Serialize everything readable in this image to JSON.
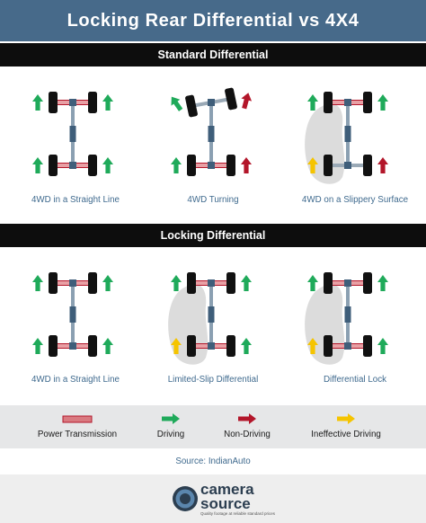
{
  "title": "Locking Rear Differential vs 4X4",
  "sections": [
    {
      "heading": "Standard Differential",
      "captions": [
        "4WD in a Straight Line",
        "4WD Turning",
        "4WD on a Slippery Surface"
      ]
    },
    {
      "heading": "Locking Differential",
      "captions": [
        "4WD in a Straight Line",
        "Limited-Slip Differential",
        "Differential Lock"
      ]
    }
  ],
  "legend": {
    "power_transmission": "Power Transmission",
    "driving": "Driving",
    "non_driving": "Non-Driving",
    "ineffective_driving": "Ineffective Driving"
  },
  "source": "Source: IndianAuto",
  "logo": {
    "line1": "camera",
    "line2": "source",
    "tagline": "Quality footage at reliable standard prices"
  },
  "colors": {
    "title_bar": "#476a8a",
    "section_bar": "#0d0d0d",
    "driving": "#1faa5a",
    "non_driving": "#b3162a",
    "ineffective": "#f5c400",
    "power_transmission": "#d97a80",
    "caption_text": "#3f6a8e",
    "slippery_patch": "#dcdcdc"
  }
}
